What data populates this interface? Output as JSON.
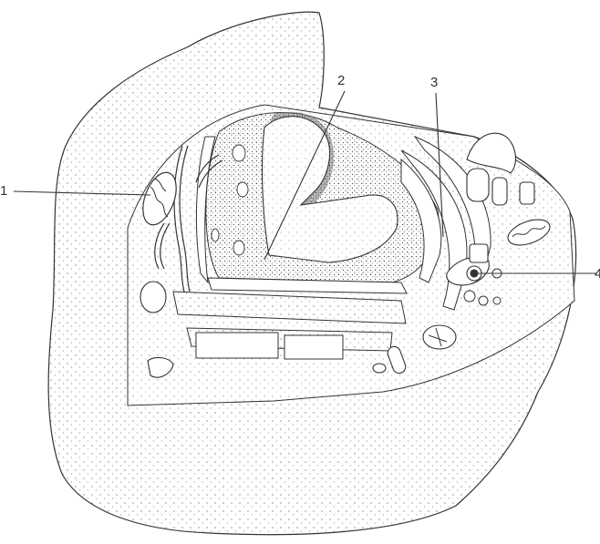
{
  "labels": {
    "one": "1",
    "two": "2",
    "three": "3",
    "four": "4"
  },
  "colors": {
    "ink": "#333333",
    "background": "#ffffff"
  }
}
